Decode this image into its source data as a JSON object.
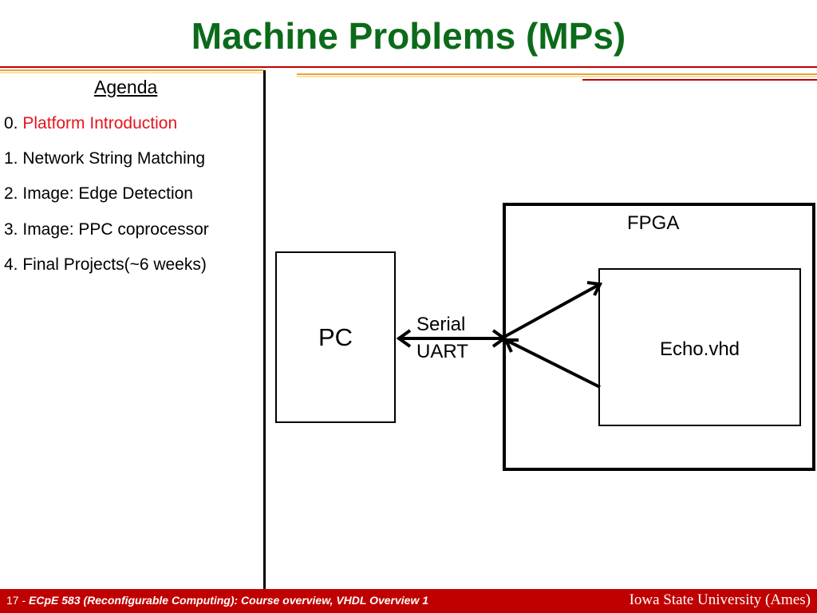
{
  "slide": {
    "title": "Machine Problems (MPs)",
    "agenda": {
      "heading": "Agenda",
      "items": [
        {
          "number": "0.",
          "text": "Platform Introduction",
          "highlight_color": "#e5141c"
        },
        {
          "number": "1.",
          "text": "Network String Matching"
        },
        {
          "number": "2.",
          "text": "Image: Edge Detection"
        },
        {
          "number": "3.",
          "text": "Image: PPC coprocessor"
        },
        {
          "number": "4.",
          "text": "Final Projects(~6 weeks)"
        }
      ]
    },
    "diagram": {
      "pc_label": "PC",
      "link_label_line1": "Serial",
      "link_label_line2": "UART",
      "fpga_label": "FPGA",
      "module_label": "Echo.vhd"
    },
    "footer": {
      "page_number": "17 -",
      "course": "ECpE 583 (Reconfigurable Computing): Course overview, VHDL Overview 1",
      "institution": "Iowa State University (Ames)"
    },
    "colors": {
      "title": "#0b6b1a",
      "highlight": "#e5141c",
      "footer_bar": "#c00000",
      "header_rule_orange": "#e8a33d"
    }
  }
}
